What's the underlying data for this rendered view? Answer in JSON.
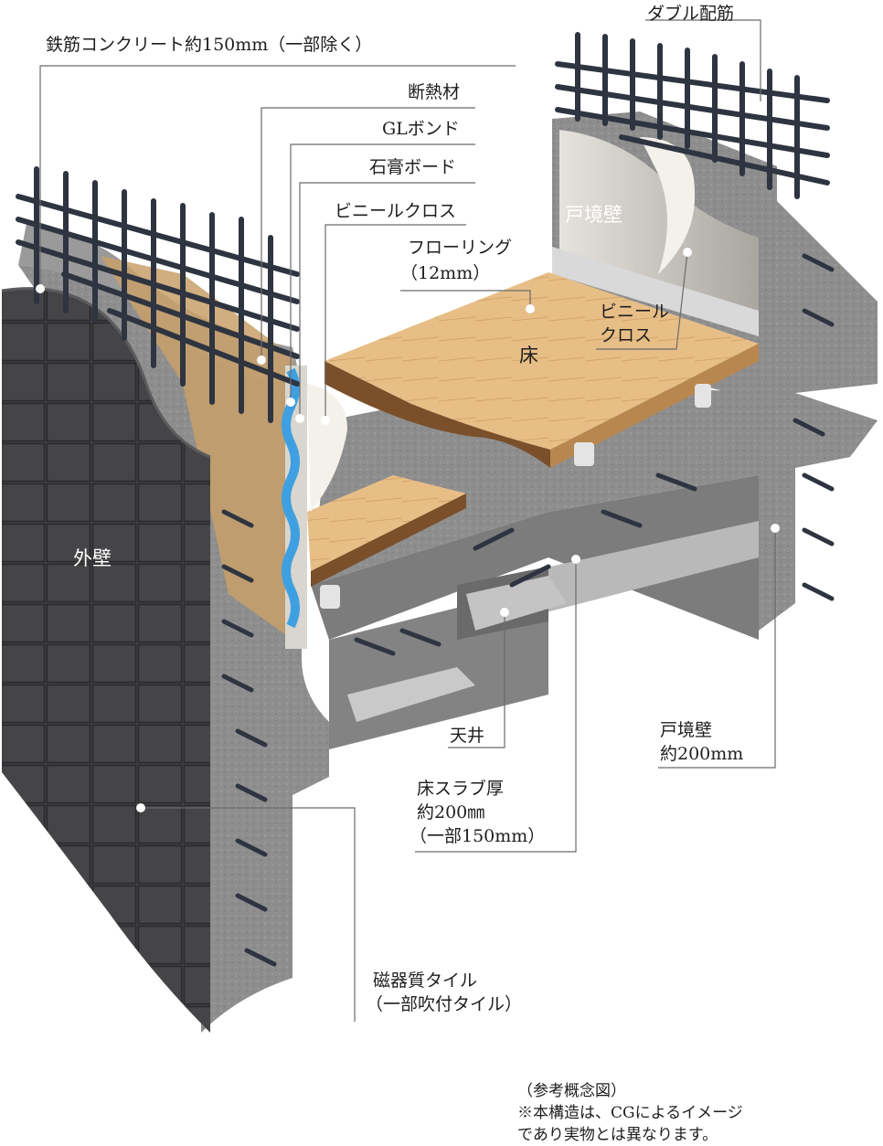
{
  "labels": {
    "rc": "鉄筋コンクリート約150mm（一部除く）",
    "double_rebar": "ダブル配筋",
    "insulation": "断熱材",
    "gl_bond": "GLボンド",
    "gypsum": "石膏ボード",
    "vinyl_cloth": "ビニールクロス",
    "flooring_1": "フローリング",
    "flooring_2": "（12mm）",
    "partition_top": "戸境壁",
    "floor": "床",
    "vinyl_cloth_right_1": "ビニール",
    "vinyl_cloth_right_2": "クロス",
    "exterior_wall": "外壁",
    "ceiling": "天井",
    "partition_1": "戸境壁",
    "partition_2": "約200mm",
    "slab_1": "床スラブ厚",
    "slab_2": "約200㎜",
    "slab_3": "（一部150mm）",
    "tile_1": "磁器質タイル",
    "tile_2": "（一部吹付タイル）"
  },
  "note": {
    "line1": "（参考概念図）",
    "line2": "※本構造は、CGによるイメージ",
    "line3": "であり実物とは異なります。"
  },
  "colors": {
    "concrete": "#8f8f8f",
    "concrete_dark": "#6e6e6e",
    "tile": "#3e3e40",
    "tile_grout": "#5c5c5f",
    "flooring": "#e7bd86",
    "flooring_edge": "#b9854a",
    "rebar": "#2e3440",
    "insulation": "#c8a06a",
    "gl_bond": "#3ea0e0",
    "leader": "#6b6b6b"
  }
}
